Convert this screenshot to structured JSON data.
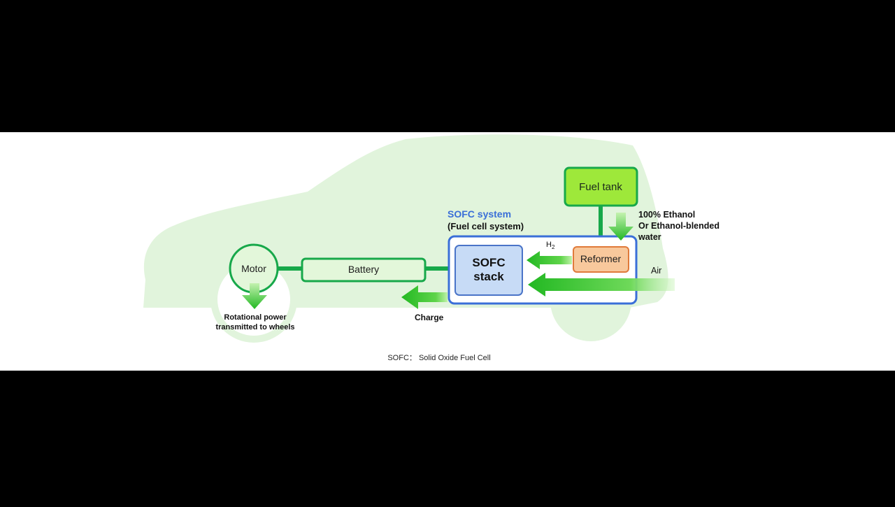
{
  "diagram": {
    "nodes": {
      "motor": "Motor",
      "battery": "Battery",
      "sofc_stack_line1": "SOFC",
      "sofc_stack_line2": "stack",
      "reformer": "Reformer",
      "fuel_tank": "Fuel tank"
    },
    "system_label": {
      "title": "SOFC system",
      "subtitle": "(Fuel cell system)"
    },
    "fuel_label": {
      "line1": "100% Ethanol",
      "line2": "Or Ethanol-blended",
      "line3": "water"
    },
    "h2_label": {
      "base": "H",
      "sub": "2"
    },
    "air_label": "Air",
    "charge_label": "Charge",
    "wheel_label": {
      "line1": "Rotational power",
      "line2": "transmitted to wheels"
    },
    "footnote": "SOFC： Solid Oxide Fuel Cell"
  },
  "colors": {
    "background_bars": "#000000",
    "panel": "#ffffff",
    "car_silhouette": "#e1f4dc",
    "node_border": "#17a84a",
    "node_fill": "#e3f7da",
    "fuel_tank_fill": "#9ee83a",
    "system_border": "#3a6fd8",
    "system_title": "#3a6fd8",
    "stack_fill": "#c7dbf6",
    "stack_border": "#4a74c8",
    "reformer_fill": "#f8c89c",
    "reformer_border": "#e07a3a",
    "arrow_green": "#37c437"
  },
  "icons": {
    "flow_arrows": "block-arrow-left",
    "fuel_arrow": "block-arrow-down",
    "motor_arrow": "block-arrow-down"
  }
}
